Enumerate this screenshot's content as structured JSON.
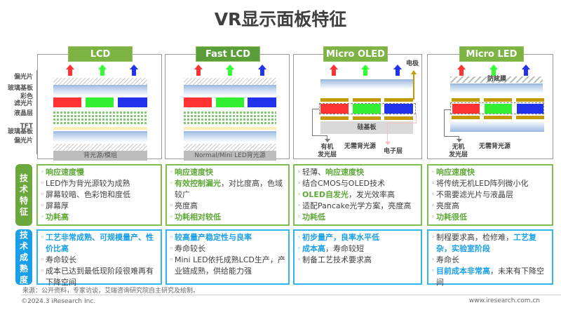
{
  "title": "VR显示面板特征",
  "colors": {
    "green_accent": "#6aa83d",
    "blue_accent": "#1aa0e8",
    "red_subpixel": "#ff3333",
    "green_subpixel": "#33ff33",
    "blue_subpixel": "#2233ee",
    "electrode": "#c49a00"
  },
  "panels": [
    {
      "name": "LCD",
      "layer_labels": [
        "偏光片",
        "玻璃基板",
        "彩色\n滤光片",
        "液晶层",
        "TFT",
        "玻璃基板",
        "偏光片"
      ],
      "backlight_label": "背光源/模组"
    },
    {
      "name": "Fast LCD",
      "backlight_label": "Normal/Mini LED背光源"
    },
    {
      "name": "Micro OLED",
      "electrode_label": "电极",
      "substrate_label": "硅基板",
      "emitter_label": "有机\n发光层",
      "no_backlight_label": "无需背光源",
      "electron_label": "电子层"
    },
    {
      "name": "Micro LED",
      "anti_glare_label": "防眩膜",
      "emitter_label": "无机\n发光层",
      "no_backlight_label": "无需背光源"
    }
  ],
  "rows": [
    {
      "tag": "技术特征",
      "tag_chars": [
        "技",
        "术",
        "特",
        "征"
      ],
      "cells": [
        [
          [
            {
              "t": "响应速度慢",
              "hl": true
            }
          ],
          [
            {
              "t": "LED作为背光源较为成熟"
            }
          ],
          [
            {
              "t": "屏幕较暗、色彩饱和度低"
            }
          ],
          [
            {
              "t": "屏幕厚"
            }
          ],
          [
            {
              "t": "功耗高",
              "hl": true
            }
          ]
        ],
        [
          [
            {
              "t": "响应速度快",
              "hl": true
            }
          ],
          [
            {
              "t": "有效控制漏光",
              "hl": true
            },
            {
              "t": "，对比度高，色域较广"
            }
          ],
          [
            {
              "t": "亮度高"
            }
          ],
          [
            {
              "t": "功耗相对较低",
              "hl": true
            }
          ]
        ],
        [
          [
            {
              "t": "轻薄、"
            },
            {
              "t": "响应速度快",
              "hl": true
            }
          ],
          [
            {
              "t": "结合CMOS与OLED技术"
            }
          ],
          [
            {
              "t": "OLED自发光",
              "hl": true
            },
            {
              "t": "，发光效率高"
            }
          ],
          [
            {
              "t": "适配Pancake光学方案，亮度高"
            }
          ],
          [
            {
              "t": "功耗低",
              "hl": true
            }
          ]
        ],
        [
          [
            {
              "t": "响应速度快",
              "hl": true
            }
          ],
          [
            {
              "t": "将传统无机LED阵列微小化"
            }
          ],
          [
            {
              "t": "不需要滤光片与液晶层"
            }
          ],
          [
            {
              "t": "亮度高"
            }
          ],
          [
            {
              "t": "功耗很低",
              "hl": true
            }
          ]
        ]
      ]
    },
    {
      "tag": "技术成熟度",
      "tag_chars": [
        "技",
        "术",
        "成",
        "熟",
        "度"
      ],
      "cells": [
        [
          [
            {
              "t": "工艺非常成熟、可规模量产、性价比高",
              "hl": true
            }
          ],
          [
            {
              "t": "寿命较长"
            }
          ],
          [
            {
              "t": "成本已达到最低现阶段很难再有下降空间"
            }
          ]
        ],
        [
          [
            {
              "t": "较高量产稳定性与良率",
              "hl": true
            }
          ],
          [
            {
              "t": "寿命较长"
            }
          ],
          [
            {
              "t": "Mini LED依托成熟LCD生产，产业链成熟，供给能力强"
            }
          ]
        ],
        [
          [
            {
              "t": "初步量产，良率水平低",
              "hl": true
            }
          ],
          [
            {
              "t": "成本高",
              "hl": true
            },
            {
              "t": "，寿命较短"
            }
          ],
          [
            {
              "t": "制备工艺技术要求高"
            }
          ]
        ],
        [
          [
            {
              "t": "制程要求高，检修难，"
            },
            {
              "t": "工艺复杂，实验室阶段",
              "hl": true
            }
          ],
          [
            {
              "t": "寿命长"
            }
          ],
          [
            {
              "t": "目前成本非常高",
              "hl": true
            },
            {
              "t": "，未来有下降空间"
            }
          ]
        ]
      ]
    }
  ],
  "footer": {
    "source": "来源：公开资料，专家访谈，艾瑞咨询研究院自主研究及绘制。",
    "copyright": "©2024.3 iResearch Inc.",
    "website": "www.iresearch.com.cn"
  }
}
